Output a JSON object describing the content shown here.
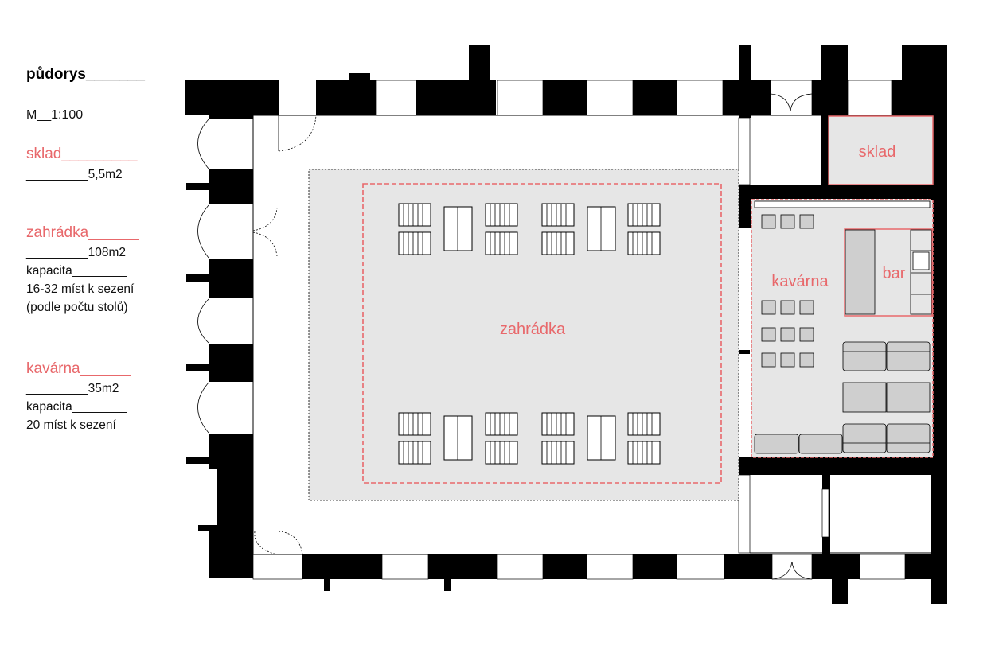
{
  "legend": {
    "title": "půdorys_______",
    "scale": "M__1:100",
    "sklad": {
      "heading": "sklad_________",
      "area": "_________5,5m2"
    },
    "zahradka": {
      "heading": "zahrádka______",
      "area": "_________108m2",
      "capacity_label": "kapacita________",
      "seats": "16-32 míst k sezení",
      "note": "(podle počtu stolů)"
    },
    "kavarna": {
      "heading": "kavárna______",
      "area": "_________35m2",
      "capacity_label": "kapacita________",
      "seats": "20 míst k sezení"
    }
  },
  "plan": {
    "labels": {
      "zahradka": "zahrádka",
      "kavarna": "kavárna",
      "bar": "bar",
      "sklad": "sklad"
    },
    "colors": {
      "walls": "#000000",
      "accent": "#e8686b",
      "floor_fill": "#e6e6e6",
      "furniture_fill": "#cfcfcf"
    }
  }
}
